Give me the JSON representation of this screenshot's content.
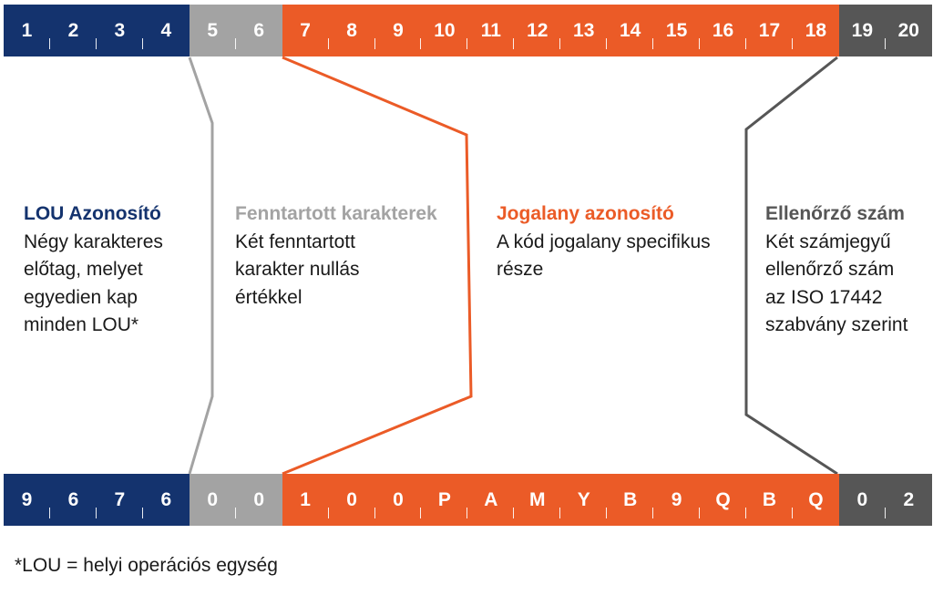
{
  "colors": {
    "lou": "#14336e",
    "reserved": "#a3a3a3",
    "entity": "#eb5b27",
    "check": "#565656"
  },
  "top_bar": {
    "positions": [
      "1",
      "2",
      "3",
      "4",
      "5",
      "6",
      "7",
      "8",
      "9",
      "10",
      "11",
      "12",
      "13",
      "14",
      "15",
      "16",
      "17",
      "18",
      "19",
      "20"
    ]
  },
  "bottom_bar": {
    "characters": [
      "9",
      "6",
      "7",
      "6",
      "0",
      "0",
      "1",
      "0",
      "0",
      "P",
      "A",
      "M",
      "Y",
      "B",
      "9",
      "Q",
      "B",
      "Q",
      "0",
      "2"
    ]
  },
  "sections": {
    "lou": {
      "title": "LOU Azonosító",
      "body": "Négy karakteres\nelőtag, melyet\negyedien kap\nminden LOU*"
    },
    "reserved": {
      "title": "Fenntartott karakterek",
      "body": "Két fenntartott\nkarakter nullás\nértékkel"
    },
    "entity": {
      "title": "Jogalany azonosító",
      "body": "A kód jogalany specifikus\nrésze"
    },
    "check": {
      "title": "Ellenőrző szám",
      "body": "Két számjegyű\nellenőrző szám\naz ISO 17442\nszabvány szerint"
    }
  },
  "footnote": "*LOU = helyi operációs egység"
}
